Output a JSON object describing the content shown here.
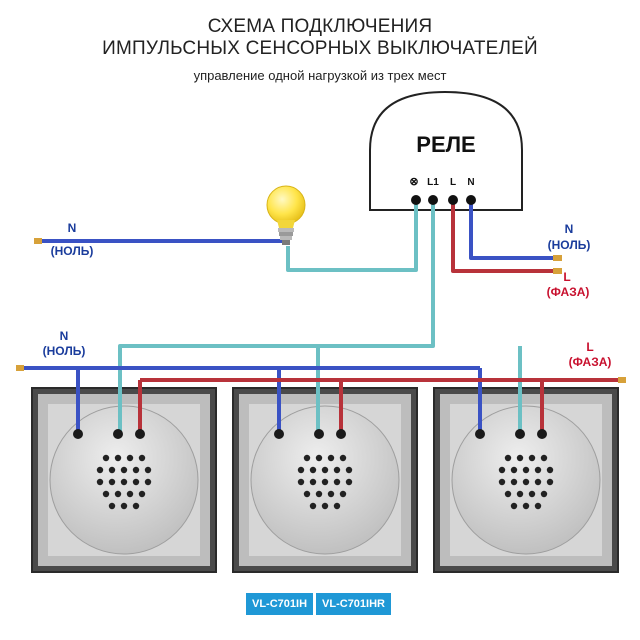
{
  "title": {
    "line1": "СХЕМА ПОДКЛЮЧЕНИЯ",
    "line2": "ИМПУЛЬСНЫХ СЕНСОРНЫХ ВЫКЛЮЧАТЕЛЕЙ",
    "subtitle": "управление одной нагрузкой  из трех мест"
  },
  "relay": {
    "label": "РЕЛЕ",
    "terminals": [
      "⊗",
      "L1",
      "L",
      "N"
    ]
  },
  "labels": {
    "lamp_n": "N",
    "lamp_zero": "(НОЛЬ)",
    "right_n": "N",
    "right_zero": "(НОЛЬ)",
    "right_l": "L",
    "right_phase": "(ФАЗА)",
    "bus_n": "N",
    "bus_zero": "(НОЛЬ)",
    "bus_l": "L",
    "bus_phase": "(ФАЗА)"
  },
  "models": [
    "VL-C701IH",
    "VL-C701IHR"
  ],
  "colors": {
    "neutral": "#3a52c4",
    "phase": "#b8323a",
    "signal": "#6cc0c4",
    "label_blue": "#1a3c9c",
    "label_red": "#c8102e",
    "model_bg": "#1f98d6"
  }
}
